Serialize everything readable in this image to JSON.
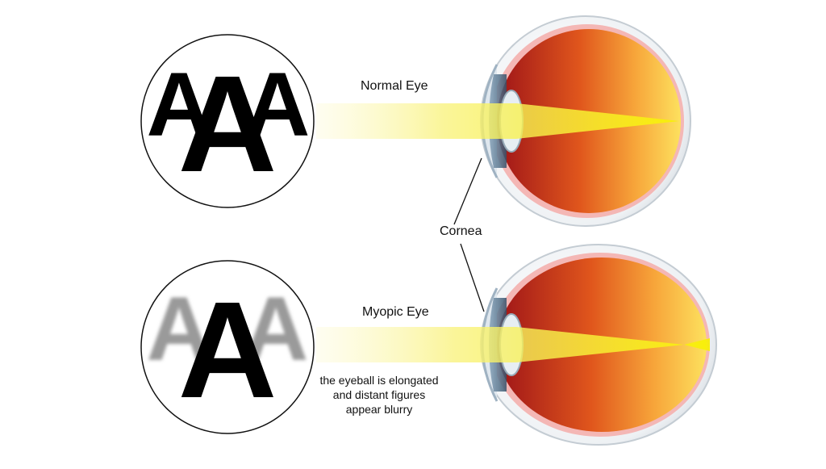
{
  "diagram": {
    "normal_eye": {
      "label": "Normal Eye",
      "chart_letters": [
        "A",
        "A",
        "A"
      ]
    },
    "myopic_eye": {
      "label": "Myopic Eye",
      "chart_letters": [
        "A",
        "A",
        "A"
      ],
      "note_lines": [
        "the eyeball is elongated",
        "and distant figures",
        "appear blurry"
      ]
    },
    "cornea_label": "Cornea",
    "colors": {
      "light_beam": "#f7f100",
      "eye_inner_dark": "#a1161a",
      "eye_inner_light": "#fddc5e",
      "sclera": "#e9edf1",
      "iris": "#4d6d87",
      "letters": "#000000",
      "blurred_letters": "#9a9a9a"
    }
  }
}
